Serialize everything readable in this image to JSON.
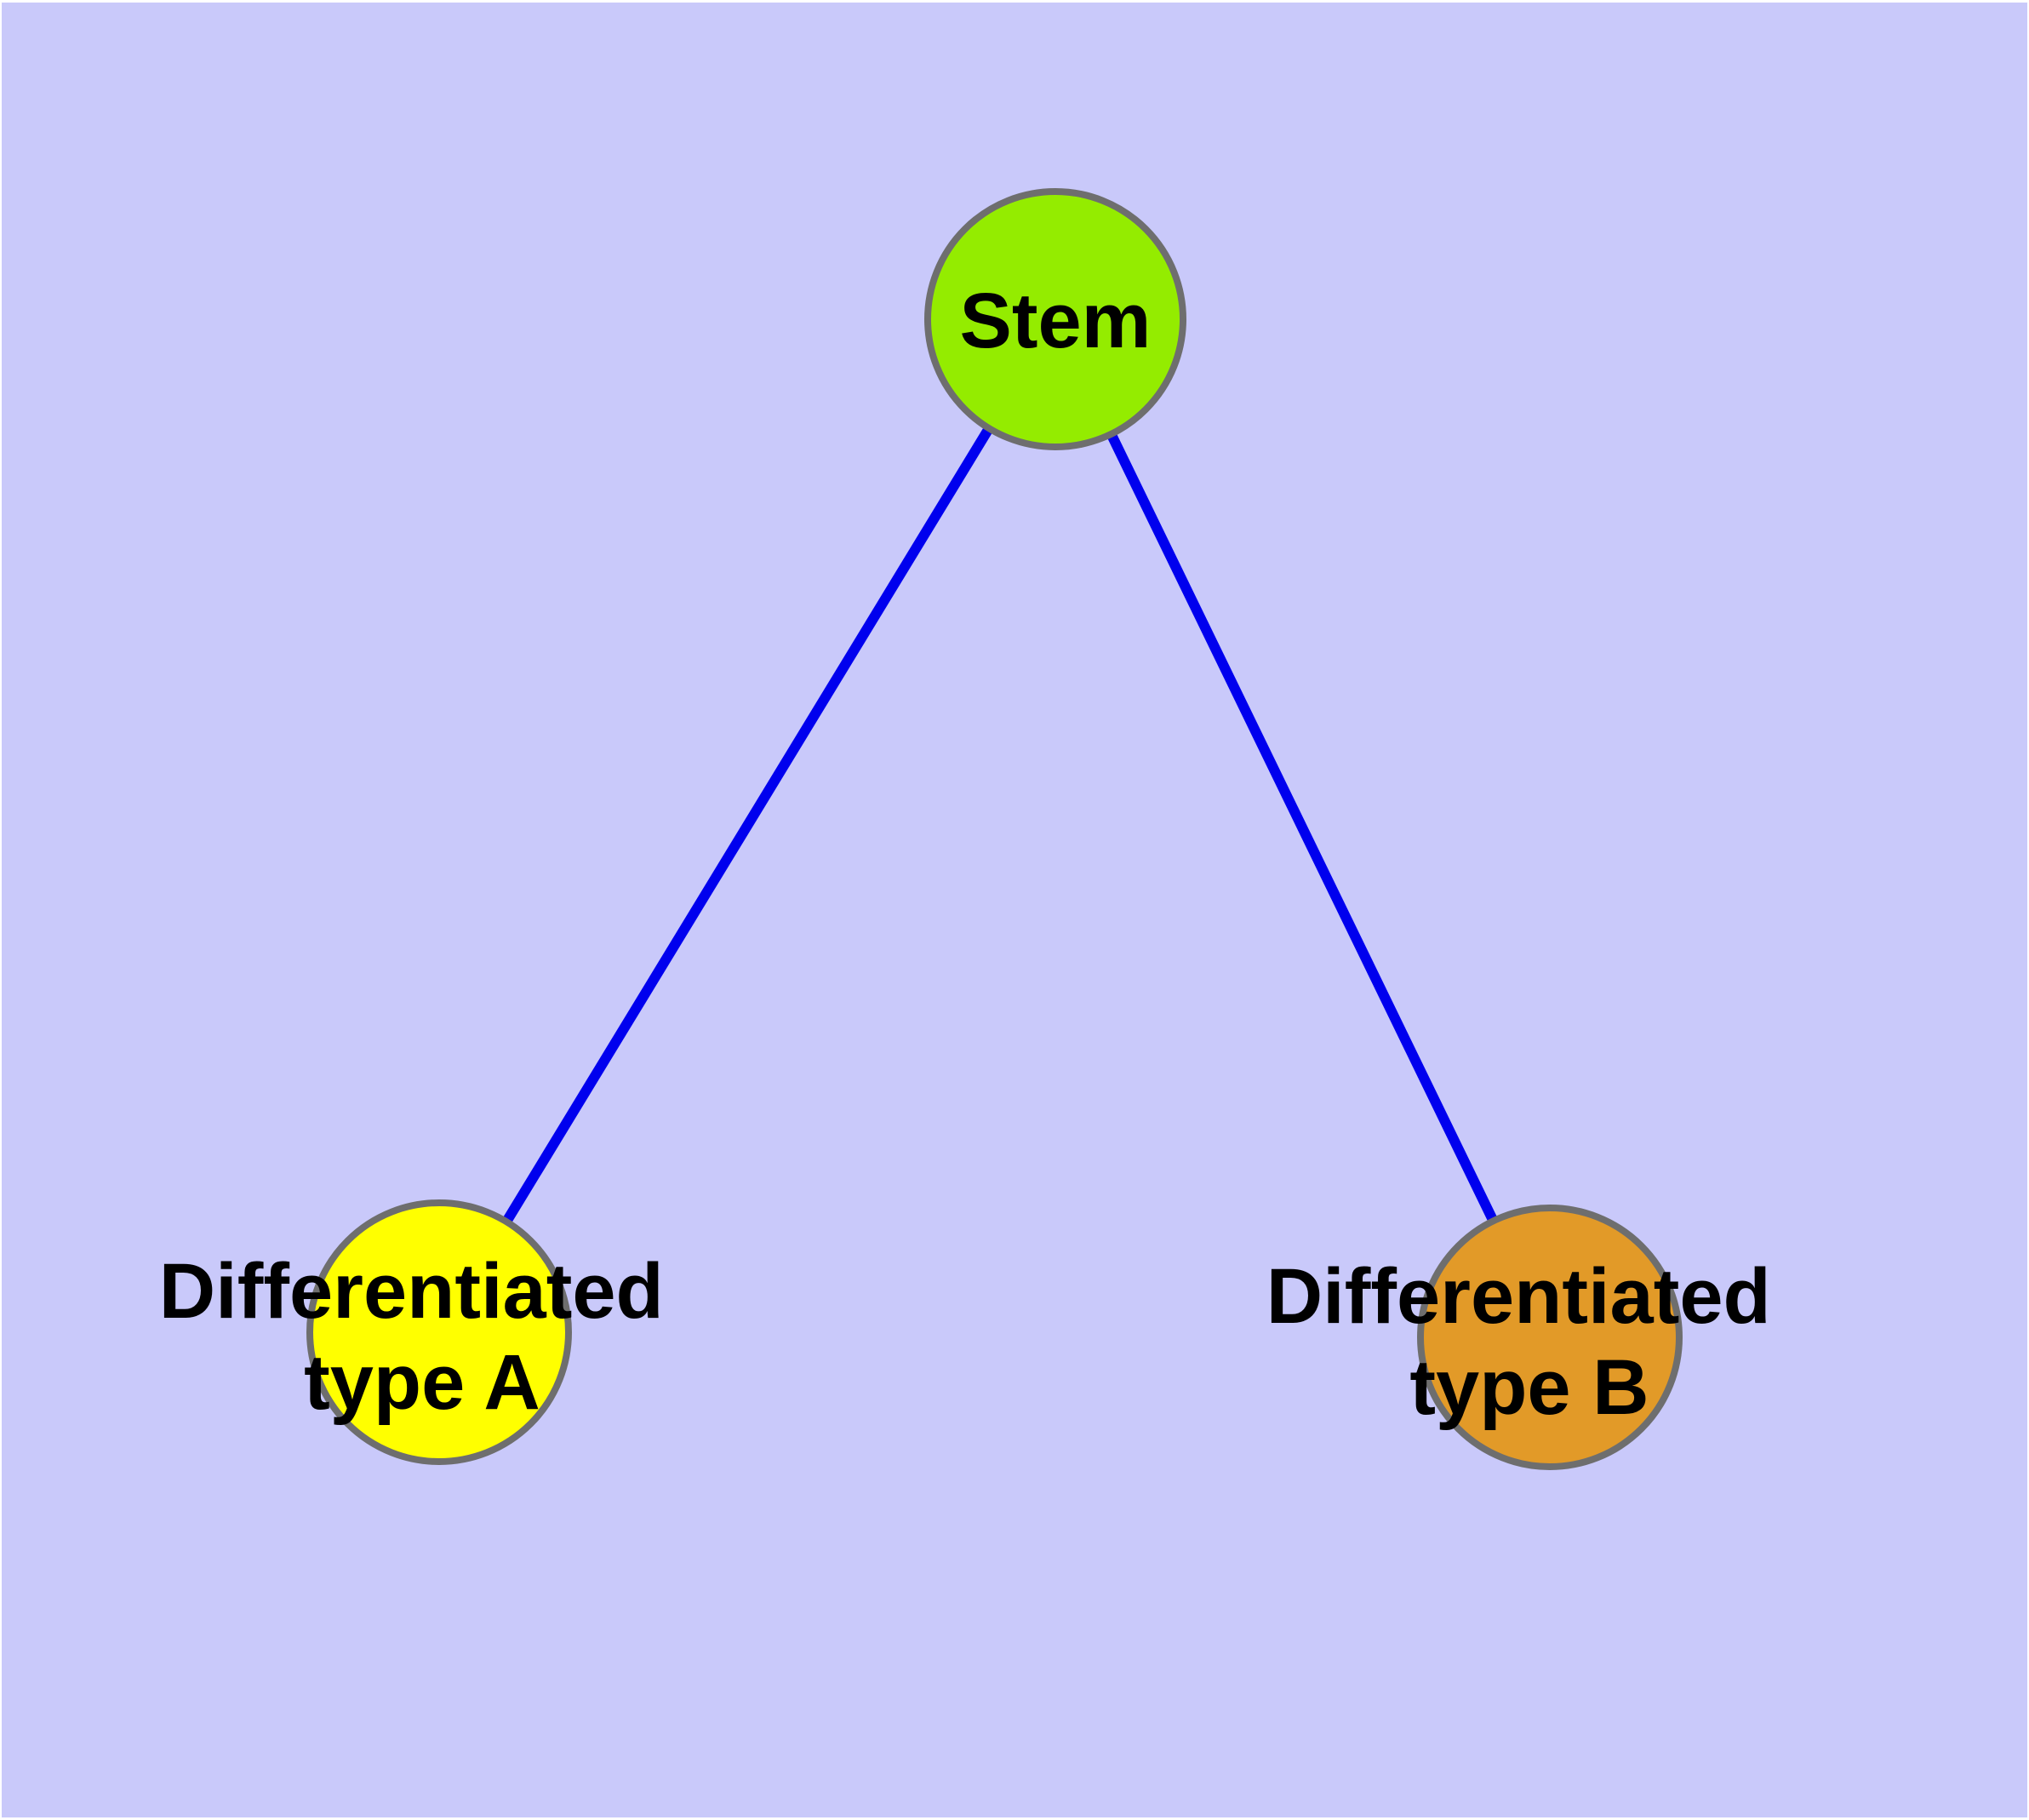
{
  "graph": {
    "nodes": [
      {
        "id": "stem",
        "label_lines": [
          "Stem"
        ],
        "color": "#94EC00"
      },
      {
        "id": "type-a",
        "label_lines": [
          "Differentiated",
          "type A"
        ],
        "color": "#FFFF00"
      },
      {
        "id": "type-b",
        "label_lines": [
          "Differentiated",
          "type B"
        ],
        "color": "#E29A28"
      }
    ],
    "edges": [
      {
        "from": "stem",
        "to": "type-a"
      },
      {
        "from": "stem",
        "to": "type-b"
      }
    ]
  },
  "colors": {
    "background": "#C9C9FA",
    "page_border": "#FFFFFF",
    "edge": "#0000EE",
    "node_border": "#6E6E6E",
    "label_text": "#000000"
  }
}
